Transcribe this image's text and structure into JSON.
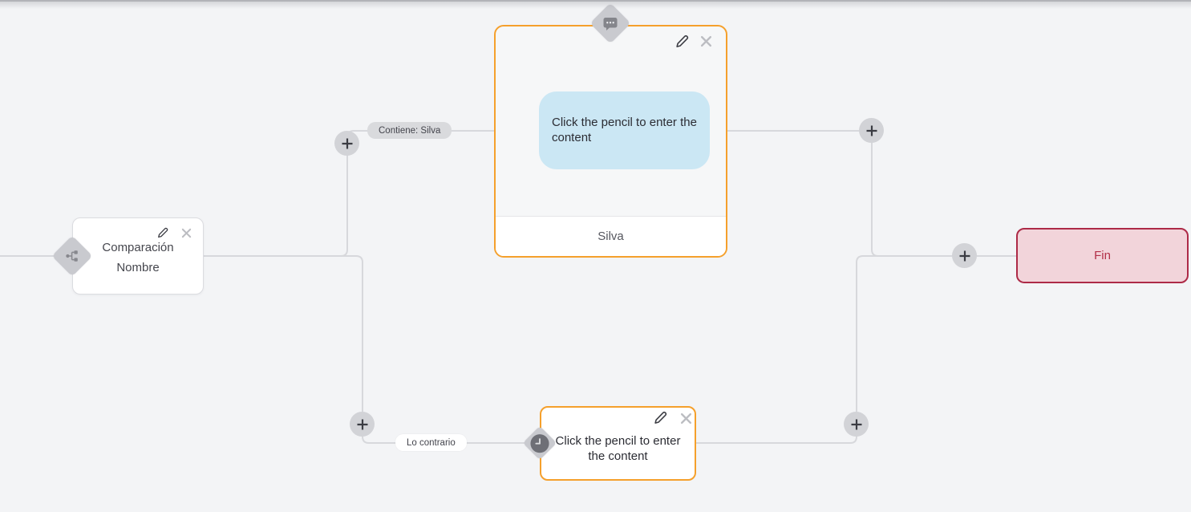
{
  "canvas": {
    "background_color": "#f3f4f6",
    "connector_color": "#d7d8dc",
    "accent_orange": "#f5a02c",
    "accent_red": "#ad2a47",
    "bubble_blue": "#cbe7f4"
  },
  "edges": {
    "true_branch_label": "Contiene: Silva",
    "false_branch_label": "Lo contrario"
  },
  "nodes": {
    "condition": {
      "icon": "branch-icon",
      "line1": "Comparación",
      "line2": "Nombre"
    },
    "message": {
      "icon": "speech-bubble-icon",
      "bubble_text": "Click the pencil to enter the content",
      "footer_label": "Silva"
    },
    "fallback": {
      "icon": "clock-icon",
      "text": "Click the pencil to enter the content"
    },
    "end": {
      "label": "Fin"
    }
  },
  "icons": {
    "edit": "pencil-icon",
    "delete": "close-icon",
    "add_step": "plus-icon",
    "condition_port": "branch-icon",
    "message_port": "speech-bubble-icon",
    "fallback_port": "clock-icon"
  }
}
